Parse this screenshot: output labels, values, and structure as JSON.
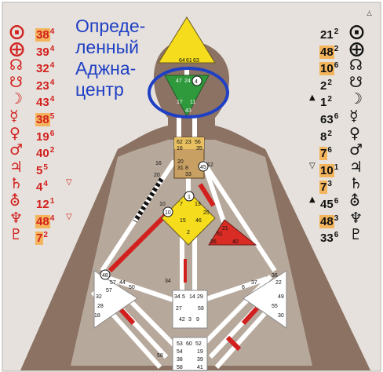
{
  "caption": [
    "Опреде-",
    "ленный",
    "Аджна-",
    "центр"
  ],
  "corner_mark": "⧊",
  "colors": {
    "personality_red": "#d2201e",
    "design_black": "#111111",
    "highlight": "#f4b45c",
    "caption_blue": "#1f3fc4",
    "head_center_yellow": "#f5dc1c",
    "ajna_center_green": "#2f9a3c",
    "throat_center_tan": "#c8a064",
    "emotional_center_red": "#d82c24",
    "ellipse_blue": "#1f3fc4"
  },
  "left_column": [
    {
      "symbol": "⨀",
      "icon": "sun-icon",
      "gate": "38",
      "line": "4",
      "highlight": true,
      "mark": ""
    },
    {
      "symbol": "⨁",
      "icon": "earth-icon",
      "gate": "39",
      "line": "4",
      "highlight": false,
      "mark": ""
    },
    {
      "symbol": "☊",
      "icon": "north-node-icon",
      "gate": "32",
      "line": "4",
      "highlight": false,
      "mark": ""
    },
    {
      "symbol": "☋",
      "icon": "south-node-icon",
      "gate": "23",
      "line": "4",
      "highlight": false,
      "mark": ""
    },
    {
      "symbol": "☽",
      "icon": "moon-icon",
      "gate": "43",
      "line": "4",
      "highlight": false,
      "mark": ""
    },
    {
      "symbol": "☿",
      "icon": "mercury-icon",
      "gate": "38",
      "line": "5",
      "highlight": true,
      "mark": ""
    },
    {
      "symbol": "♀",
      "icon": "venus-icon",
      "gate": "19",
      "line": "6",
      "highlight": false,
      "mark": ""
    },
    {
      "symbol": "♂",
      "icon": "mars-icon",
      "gate": "40",
      "line": "2",
      "highlight": false,
      "mark": ""
    },
    {
      "symbol": "♃",
      "icon": "jupiter-icon",
      "gate": "5",
      "line": "5",
      "highlight": false,
      "mark": ""
    },
    {
      "symbol": "♄",
      "icon": "saturn-icon",
      "gate": "4",
      "line": "4",
      "highlight": false,
      "mark": "▽"
    },
    {
      "symbol": "⛢",
      "icon": "uranus-icon",
      "gate": "12",
      "line": "1",
      "highlight": false,
      "mark": ""
    },
    {
      "symbol": "♆",
      "icon": "neptune-icon",
      "gate": "48",
      "line": "4",
      "highlight": true,
      "mark": "▽"
    },
    {
      "symbol": "♇",
      "icon": "pluto-icon",
      "gate": "7",
      "line": "2",
      "highlight": true,
      "mark": ""
    }
  ],
  "right_column": [
    {
      "symbol": "⨀",
      "icon": "sun-icon",
      "gate": "21",
      "line": "2",
      "highlight": false,
      "mark": ""
    },
    {
      "symbol": "⨁",
      "icon": "earth-icon",
      "gate": "48",
      "line": "2",
      "highlight": true,
      "mark": ""
    },
    {
      "symbol": "☊",
      "icon": "north-node-icon",
      "gate": "10",
      "line": "6",
      "highlight": true,
      "mark": ""
    },
    {
      "symbol": "☋",
      "icon": "south-node-icon",
      "gate": "2",
      "line": "2",
      "highlight": false,
      "mark": ""
    },
    {
      "symbol": "☽",
      "icon": "moon-icon",
      "gate": "1",
      "line": "2",
      "highlight": false,
      "mark": "▲"
    },
    {
      "symbol": "☿",
      "icon": "mercury-icon",
      "gate": "63",
      "line": "6",
      "highlight": false,
      "mark": ""
    },
    {
      "symbol": "♀",
      "icon": "venus-icon",
      "gate": "8",
      "line": "2",
      "highlight": false,
      "mark": ""
    },
    {
      "symbol": "♂",
      "icon": "mars-icon",
      "gate": "7",
      "line": "6",
      "highlight": true,
      "mark": ""
    },
    {
      "symbol": "♃",
      "icon": "jupiter-icon",
      "gate": "10",
      "line": "1",
      "highlight": true,
      "mark": "▽"
    },
    {
      "symbol": "♄",
      "icon": "saturn-icon",
      "gate": "7",
      "line": "3",
      "highlight": true,
      "mark": ""
    },
    {
      "symbol": "⛢",
      "icon": "uranus-icon",
      "gate": "45",
      "line": "6",
      "highlight": false,
      "mark": "▲"
    },
    {
      "symbol": "♆",
      "icon": "neptune-icon",
      "gate": "48",
      "line": "3",
      "highlight": true,
      "mark": ""
    },
    {
      "symbol": "♇",
      "icon": "pluto-icon",
      "gate": "33",
      "line": "6",
      "highlight": false,
      "mark": ""
    }
  ],
  "gate_labels": {
    "head": [
      "64",
      "61",
      "63"
    ],
    "ajna_top": [
      "47",
      "24",
      "4"
    ],
    "ajna_bottom": [
      "17",
      "11"
    ],
    "ajna_lower": [
      "43"
    ],
    "throat_top": [
      "62",
      "23",
      "56"
    ],
    "throat_row2": [
      "16",
      "35"
    ],
    "throat_mid": [
      "20",
      "31",
      "8",
      "33"
    ],
    "throat_right": [
      "45",
      "12"
    ],
    "g_top": [
      "1"
    ],
    "g_left": [
      "7",
      "10",
      "15",
      "2"
    ],
    "g_right": [
      "13",
      "25",
      "46"
    ],
    "heart": [
      "21",
      "51",
      "26",
      "40"
    ],
    "spleen": [
      "48",
      "57",
      "44",
      "50",
      "32",
      "28",
      "18"
    ],
    "sacral": [
      "34",
      "5",
      "14",
      "29",
      "27",
      "59",
      "42",
      "3",
      "9"
    ],
    "solar": [
      "36",
      "22",
      "37",
      "6",
      "49",
      "55",
      "30"
    ],
    "root": [
      "53",
      "60",
      "52",
      "54",
      "19",
      "38",
      "39",
      "58",
      "41"
    ],
    "misc": [
      "16",
      "20",
      "10",
      "34",
      "57",
      "58"
    ]
  }
}
